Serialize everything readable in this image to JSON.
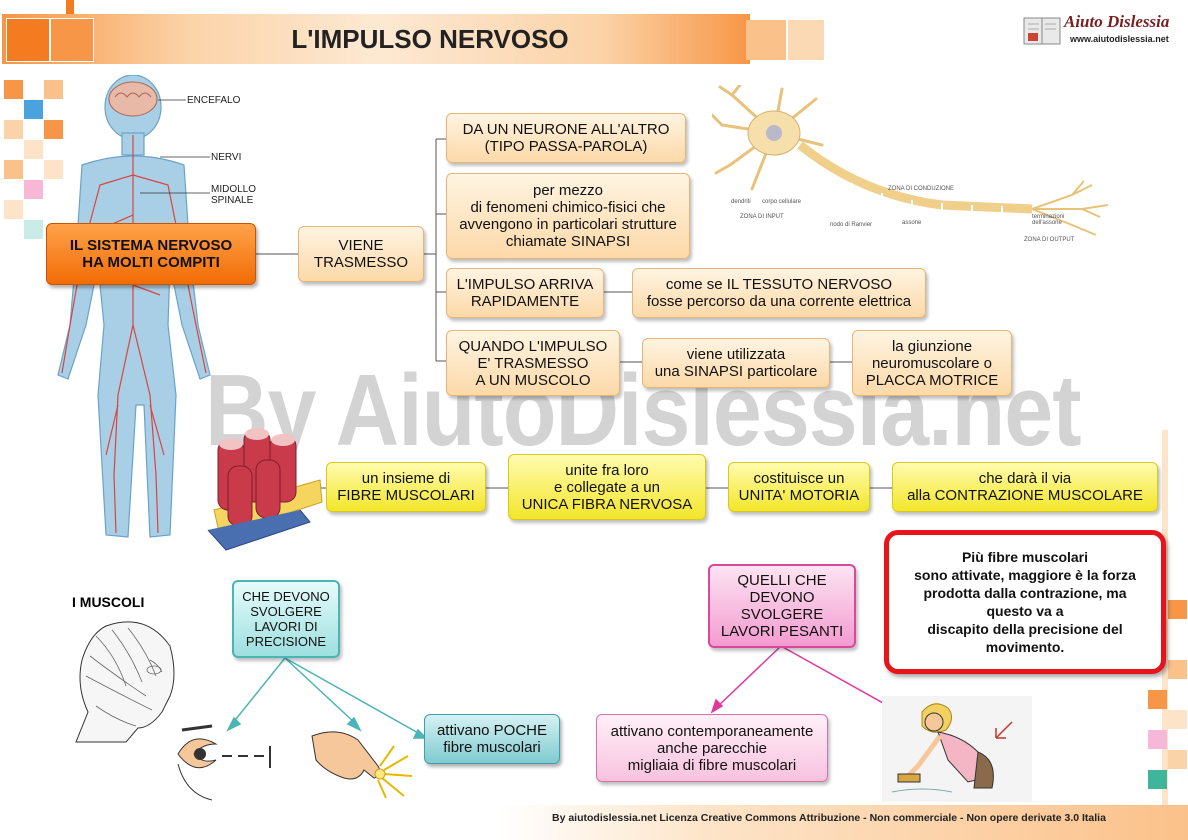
{
  "header": {
    "title": "L'IMPULSO NERVOSO",
    "logo_text": "Aiuto Dislessia",
    "logo_url": "www.aiutodislessia.net"
  },
  "watermark": "By AiutoDislessia.net",
  "body_labels": {
    "encefalo": "ENCEFALO",
    "nervi": "NERVI",
    "midollo": "MIDOLLO\nSPINALE"
  },
  "neuron_labels": {
    "dendriti": "dendriti",
    "corpo": "corpo cellulare",
    "zona_input": "ZONA DI INPUT",
    "ranvier": "nodo di Ranvier",
    "assone": "assone",
    "zona_conduzione": "ZONA DI CONDUZIONE",
    "terminazioni": "terminazioni\ndell'assone",
    "zona_output": "ZONA DI OUTPUT"
  },
  "nodes": {
    "main": "IL SISTEMA NERVOSO\nHA MOLTI COMPITI",
    "viene": "VIENE\nTRASMESSO",
    "neurone": "DA UN NEURONE ALL'ALTRO\n(TIPO PASSA-PAROLA)",
    "fenomeni": "per mezzo\ndi fenomeni chimico-fisici che\navvengono in particolari strutture\nchiamate SINAPSI",
    "arriva": "L'IMPULSO ARRIVA\nRAPIDAMENTE",
    "tessuto": "come se IL TESSUTO NERVOSO\nfosse percorso da una corrente elettrica",
    "quando": "QUANDO L'IMPULSO\nE' TRASMESSO\nA UN MUSCOLO",
    "sinapsi": "viene utilizzata\nuna SINAPSI particolare",
    "giunzione": "la giunzione\nneuromuscolare o\nPLACCA MOTRICE",
    "insieme": "un insieme di\nFIBRE MUSCOLARI",
    "unite": "unite fra loro\ne collegate a un\nUNICA FIBRA NERVOSA",
    "unita": "costituisce un\nUNITA' MOTORIA",
    "contrazione": "che darà il via\nalla CONTRAZIONE MUSCOLARE",
    "muscoli": "I MUSCOLI",
    "precisione": "CHE DEVONO\nSVOLGERE\nLAVORI DI\nPRECISIONE",
    "poche": "attivano POCHE\nfibre muscolari",
    "pesanti": "QUELLI CHE\nDEVONO\nSVOLGERE\nLAVORI PESANTI",
    "parecchie": "attivano contemporaneamente\nanche parecchie\nmigliaia di fibre muscolari",
    "note": "Più fibre muscolari\nsono attivate, maggiore è la forza\nprodotta dalla contrazione, ma\nquesto va a\ndiscapito della precisione del\nmovimento."
  },
  "footer": "By aiutodislessia.net Licenza Creative Commons Attribuzione - Non commerciale - Non opere derivate 3.0 Italia",
  "colors": {
    "orange": "#f47b20",
    "peach": "#fcd9a8",
    "yellow": "#f3e62a",
    "teal": "#4bb4b6",
    "pink": "#d8489b",
    "red_border": "#e8141b"
  }
}
